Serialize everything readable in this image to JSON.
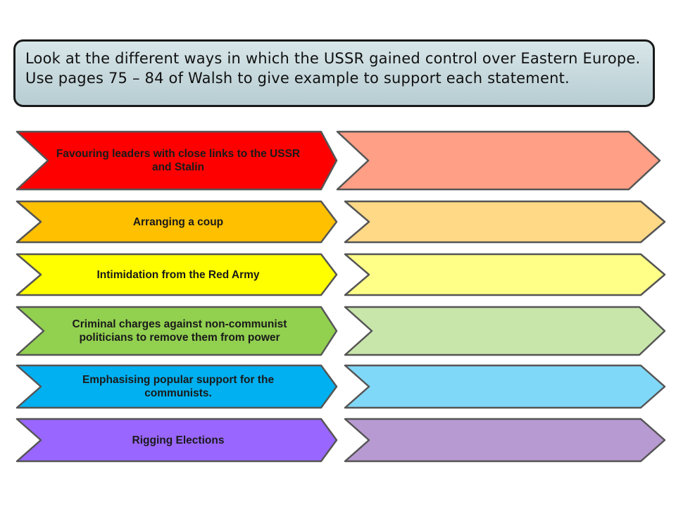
{
  "instruction": "Look at the different ways in which the USSR gained control over Eastern Europe. Use pages 75 – 84 of Walsh to give example to support each statement.",
  "rows": [
    {
      "label": "Favouring leaders with close links to the USSR and Stalin",
      "left_color": "#ff0000",
      "right_color": "#ff9f86"
    },
    {
      "label": "Arranging a coup",
      "left_color": "#ffc000",
      "right_color": "#ffd986"
    },
    {
      "label": "Intimidation from the Red Army",
      "left_color": "#ffff00",
      "right_color": "#ffff88"
    },
    {
      "label": "Criminal charges against non-communist politicians to remove them from power",
      "left_color": "#92d050",
      "right_color": "#c8e6aa"
    },
    {
      "label": "Emphasising popular support for the communists.",
      "left_color": "#00b0f0",
      "right_color": "#80d8f8"
    },
    {
      "label": "Rigging Elections",
      "left_color": "#9966ff",
      "right_color": "#b89ad2"
    }
  ]
}
